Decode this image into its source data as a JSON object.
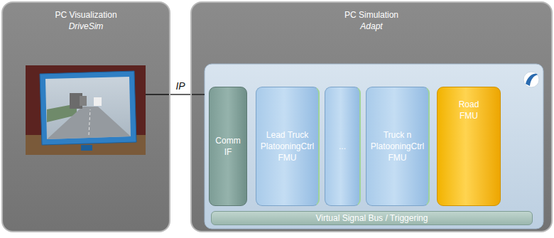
{
  "diagram": {
    "nodes": [
      {
        "text": [
          "PC Visualization",
          "DriveSim"
        ]
      },
      {
        "text": [
          "PC Simulation",
          "Adapt"
        ]
      },
      {
        "text": [
          "Comm IF"
        ],
        "in": 1
      },
      {
        "text": [
          "Lead Truck PlatooningCtrl FMU"
        ],
        "in": 1
      },
      {
        "text": [
          "..."
        ],
        "in": 1
      },
      {
        "text": [
          "Truck n PlatooningCtrl FMU"
        ],
        "in": 1
      },
      {
        "text": [
          "Road FMU"
        ],
        "in": 1
      },
      {
        "text": [
          "Virtual Signal Bus / Triggering"
        ],
        "in": 1
      }
    ],
    "edges": [
      {
        "from": 0,
        "to": 1,
        "label": "IP",
        "arrow": "none"
      }
    ]
  }
}
